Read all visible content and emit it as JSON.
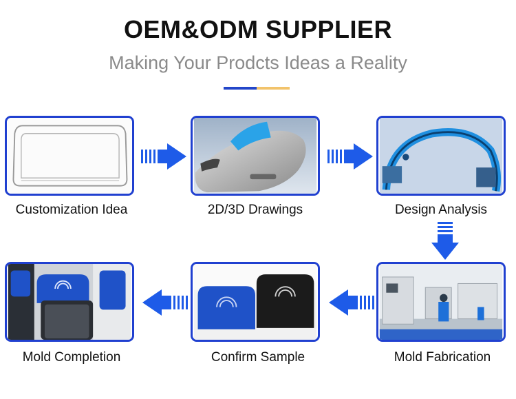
{
  "header": {
    "title": "OEM&ODM SUPPLIER",
    "subtitle": "Making Your Prodcts Ideas a Reality"
  },
  "steps": [
    {
      "label": "Customization Idea",
      "icon": "sketch-outline-image"
    },
    {
      "label": "2D/3D Drawings",
      "icon": "3d-render-image"
    },
    {
      "label": "Design Analysis",
      "icon": "design-analysis-image"
    },
    {
      "label": "Mold Fabrication",
      "icon": "factory-image"
    },
    {
      "label": "Confirm Sample",
      "icon": "sample-devices-image"
    },
    {
      "label": "Mold Completion",
      "icon": "finished-devices-image"
    }
  ],
  "colors": {
    "accent_blue": "#2346c9",
    "accent_gold": "#f2c36b",
    "arrow_blue": "#1e5be8",
    "border_blue": "#2040d0"
  }
}
